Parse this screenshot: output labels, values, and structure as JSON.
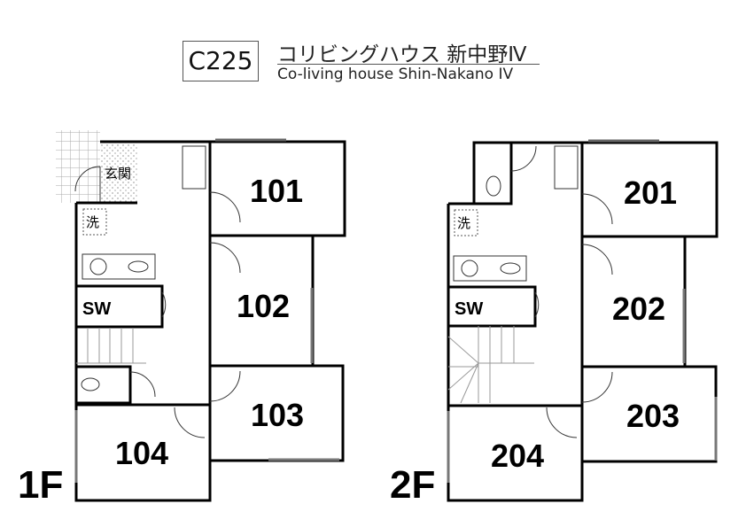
{
  "header": {
    "code": "C225",
    "title_jp": "コリビングハウス 新中野Ⅳ",
    "title_en": "Co-living house Shin-Nakano IV"
  },
  "floor1": {
    "label": "1F",
    "rooms": [
      "101",
      "102",
      "103",
      "104"
    ],
    "entrance": "玄関",
    "washer": "洗",
    "closet": "SW"
  },
  "floor2": {
    "label": "2F",
    "rooms": [
      "201",
      "202",
      "203",
      "204"
    ],
    "washer": "洗",
    "closet": "SW"
  }
}
